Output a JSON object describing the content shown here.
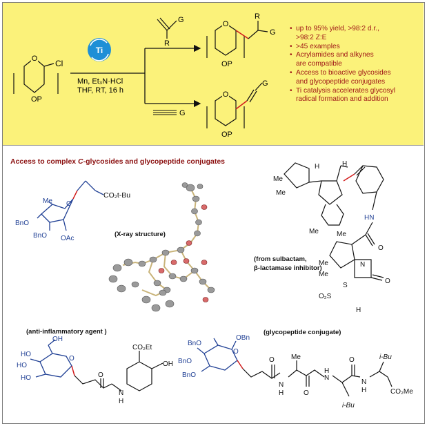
{
  "colors": {
    "panel_yellow": "#fbf27a",
    "bullet_red": "#a01818",
    "heading_red": "#8b1010",
    "bond_red": "#d21c1c",
    "catalyst_blue": "#1f8fd6",
    "structure_blue": "#1f3f94",
    "ellipsoid_gray": "#9a9a9a",
    "rod_tan": "#c9b47a"
  },
  "scheme": {
    "catalyst_symbol": "Ti",
    "conditions": [
      "Mn, Et₃N·HCl",
      "THF, RT, 16 h"
    ],
    "start_labels": {
      "chloride": "Cl",
      "protected_oxygen": "OP"
    },
    "alkene_labels": {
      "group": "G",
      "substituent": "R"
    },
    "alkyne_label": "G",
    "product_top_labels": {
      "substituent": "R",
      "group": "G",
      "protected_oxygen": "OP"
    },
    "product_bottom_labels": {
      "group": "G",
      "protected_oxygen": "OP"
    }
  },
  "bullets": [
    {
      "line1": "up to 95% yield, >98:2 d.r.,",
      "line2": ">98:2 Z:E"
    },
    {
      "line1": ">45 examples",
      "line2": ""
    },
    {
      "line1": "Acrylamides and alkynes",
      "line2": "are compatible"
    },
    {
      "line1": "Access to bioactive glycosides",
      "line2": "and glycopeptide conjugates"
    },
    {
      "line1": "Ti catalysis accelerates glycosyl",
      "line2": "radical formation and addition"
    }
  ],
  "section": {
    "heading_pre": "Access to complex ",
    "heading_italic": "C",
    "heading_post": "-glycosides and glycopeptide conjugates"
  },
  "captions": {
    "xray": "(X-ray structure)",
    "sulbactam_1": "(from sulbactam,",
    "sulbactam_2": "β-lactamase inhibitor)",
    "anti_inflammatory": "(anti-inflammatory agent )",
    "glycopeptide": "(glycopeptide conjugate)"
  },
  "compound1": {
    "ester": "CO₂t-Bu",
    "methyl": "Me",
    "bno1": "BnO",
    "bno2": "BnO",
    "oac": "OAc",
    "ring_o": "O"
  },
  "compound2": {
    "me1": "Me",
    "me2": "Me",
    "me3": "Me",
    "me4": "Me",
    "h1": "H",
    "h2": "H",
    "nh": "HN",
    "amide_o": "O",
    "me5": "Me",
    "me6": "Me",
    "s": "S",
    "so2": "O₂S",
    "n": "N",
    "lactam_o": "O",
    "h3": "H"
  },
  "compound3": {
    "ho1": "HO",
    "oh1": "OH",
    "ho2": "HO",
    "ho3": "HO",
    "ring_o": "O",
    "ester": "CO₂Et",
    "oh2": "OH",
    "nh": "N",
    "nh_h": "H",
    "amide_o": "O"
  },
  "compound4": {
    "bno1": "BnO",
    "obn": "OBn",
    "bno2": "BnO",
    "bno3": "BnO",
    "ring_o": "O",
    "o1": "O",
    "me": "Me",
    "nh1": "N",
    "o2": "O",
    "nh2": "N",
    "ibu1": "i-Bu",
    "o3": "O",
    "ibu2": "i-Bu",
    "nh3": "N",
    "ester": "CO₂Me",
    "h1": "H",
    "h2": "H",
    "h3": "H"
  }
}
